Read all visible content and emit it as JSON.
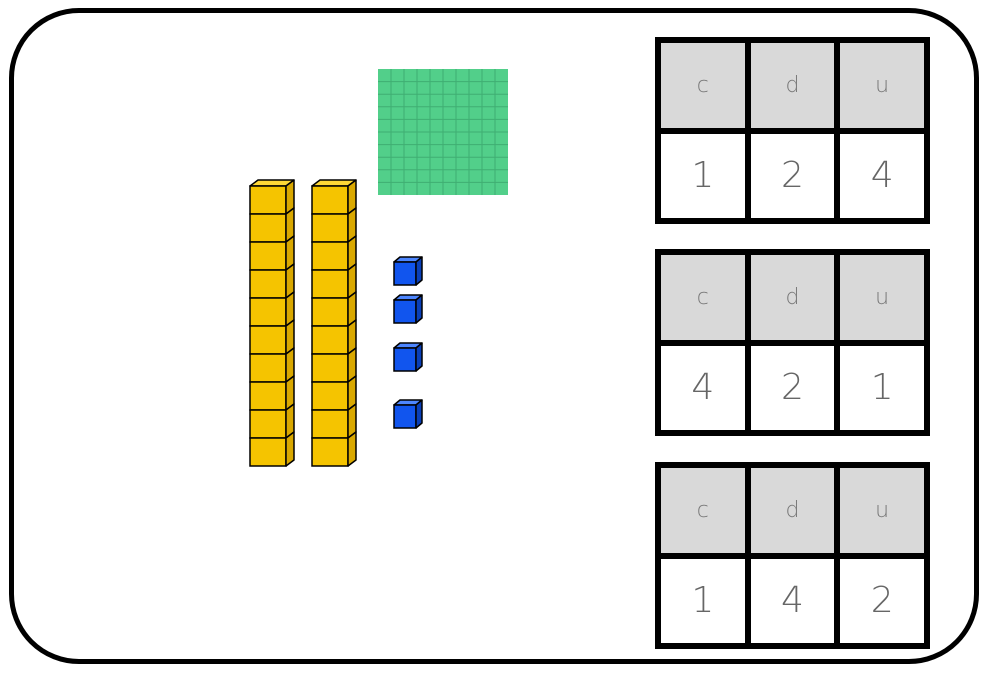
{
  "colors": {
    "hundred_flat": "#52cf8a",
    "ten_rod": "#f5c400",
    "unit_cube": "#1155ee",
    "header_fill": "#d9d9d9"
  },
  "blocks": {
    "hundreds": 1,
    "tens": 2,
    "units": 4
  },
  "tables": [
    {
      "headers": [
        "c",
        "d",
        "u"
      ],
      "values": [
        "1",
        "2",
        "4"
      ]
    },
    {
      "headers": [
        "c",
        "d",
        "u"
      ],
      "values": [
        "4",
        "2",
        "1"
      ]
    },
    {
      "headers": [
        "c",
        "d",
        "u"
      ],
      "values": [
        "1",
        "4",
        "2"
      ]
    }
  ]
}
